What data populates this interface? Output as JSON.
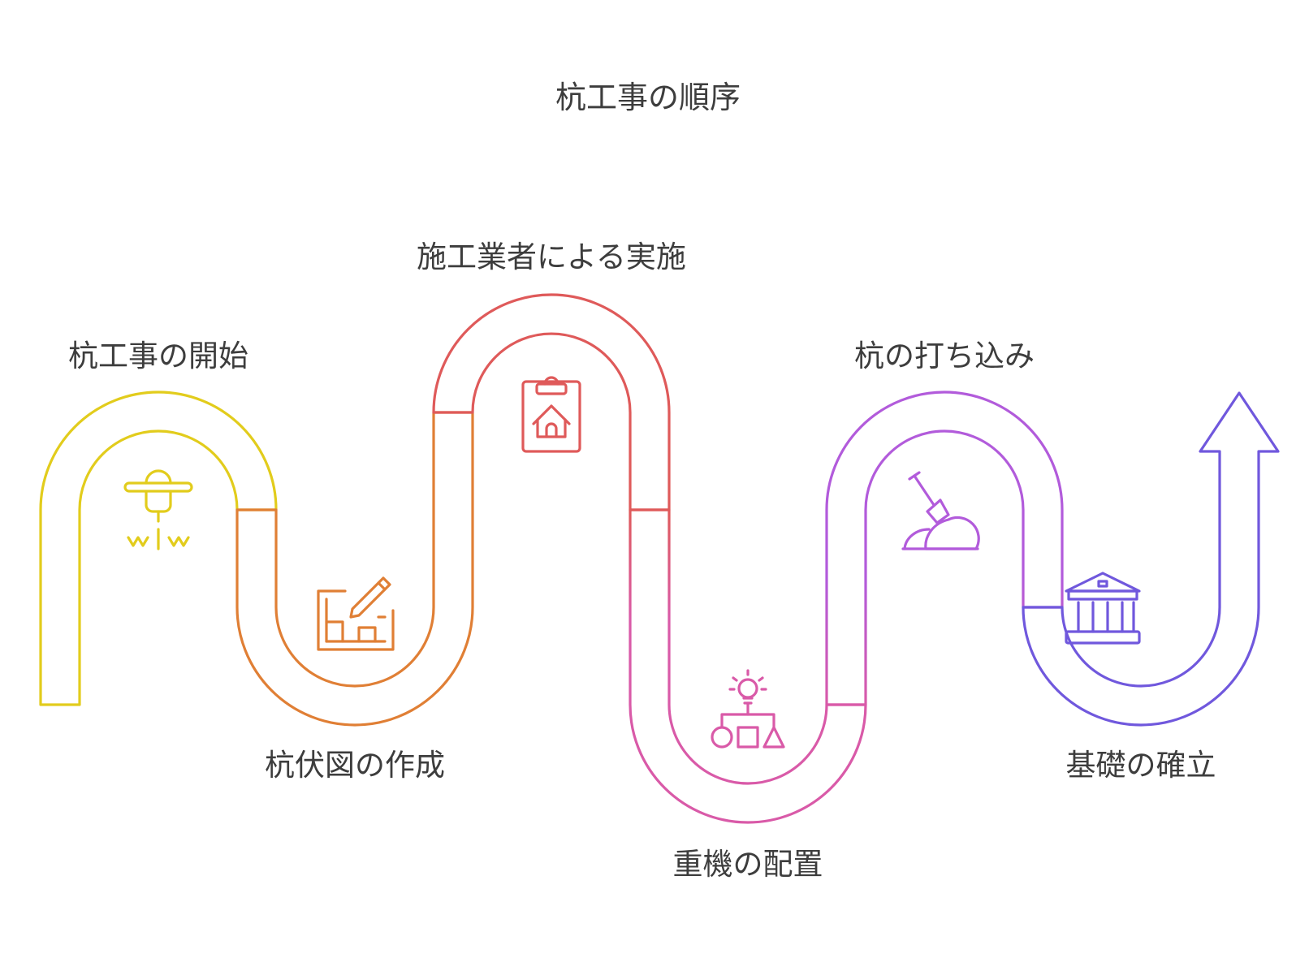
{
  "title": "杭工事の順序",
  "colors": {
    "step1": "#e2cc1c",
    "step2": "#e07f35",
    "step3": "#df5a5a",
    "step4": "#d95aa8",
    "step5": "#b25bdb",
    "step6": "#7058dd",
    "text": "#3d3d3d"
  },
  "steps": [
    {
      "label": "杭工事の開始",
      "icon": "jackhammer-icon"
    },
    {
      "label": "杭伏図の作成",
      "icon": "blueprint-pencil-icon"
    },
    {
      "label": "施工業者による実施",
      "icon": "clipboard-house-icon"
    },
    {
      "label": "重機の配置",
      "icon": "lightbulb-shapes-icon"
    },
    {
      "label": "杭の打ち込み",
      "icon": "shovel-dirt-icon"
    },
    {
      "label": "基礎の確立",
      "icon": "bank-building-icon"
    }
  ]
}
